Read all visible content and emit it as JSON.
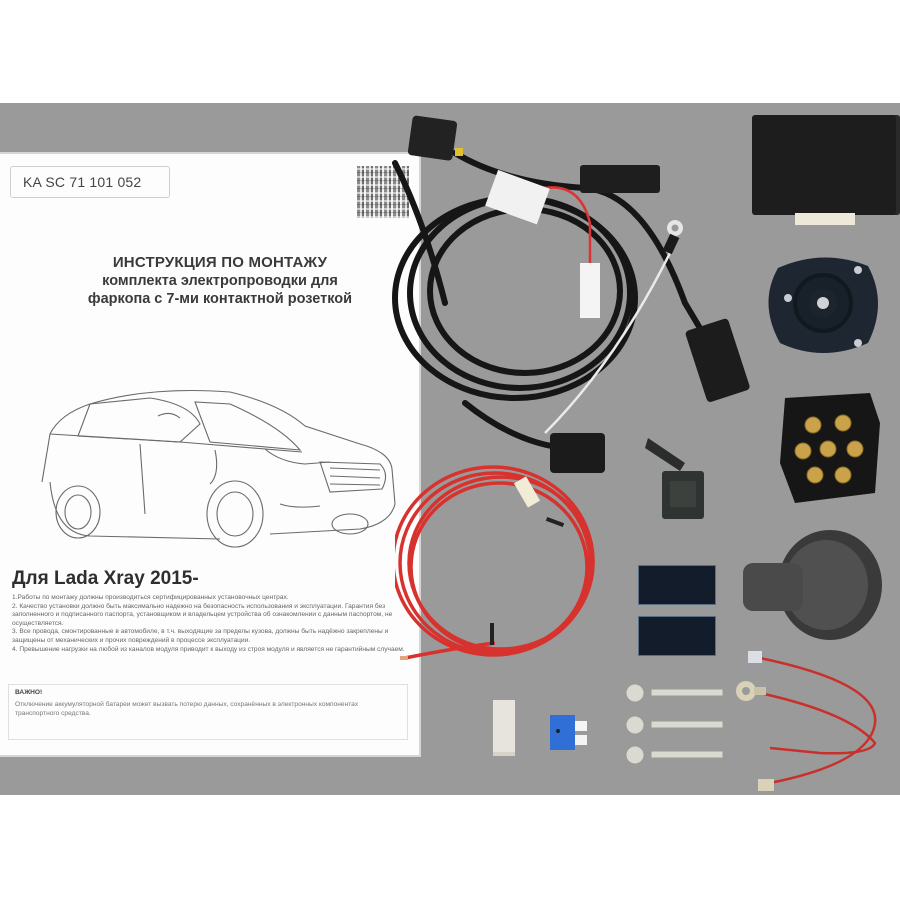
{
  "image": {
    "subject": "Wiring harness kit for a towbar with 7-pin socket, Lada Xray",
    "background_color": "#9a9a9a",
    "page_background": "#ffffff"
  },
  "booklet": {
    "article_code": "KA SC 71 101 052",
    "title_line1": "ИНСТРУКЦИЯ ПО МОНТАЖУ",
    "title_line2": "комплекта электропроводки для",
    "title_line3": "фаркопа с 7-ми контактной розеткой",
    "model": "Для Lada Xray 2015-",
    "rules": [
      "1.Работы по монтажу должны производиться сертифицированных установочных центрах.",
      "2. Качество установки должно быть максимально надежно на безопасность использования и эксплуатации. Гарантия без заполненного и подписанного паспорта, установщиком и владельцем устройства об ознакомлении с данным паспортом, не осуществляется.",
      "3. Все провода, смонтированные в автомобиле, в т.ч. выходящие за пределы кузова, должны быть надёжно закреплены и защищены от механических и прочих повреждений в процессе эксплуатации.",
      "4. Превышение нагрузки на любой из каналов модуля приводит к выходу из строя модуля и является не гарантийным случаем."
    ],
    "note_title": "ВАЖНО!",
    "note_text": "Отключение аккумуляторной батареи может вызвать потерю данных, сохранённых в электронных компонентах транспортного средства."
  },
  "kit_items": [
    {
      "name": "wiring-harness",
      "label": "Wiring harness with connectors"
    },
    {
      "name": "control-module",
      "label": "Black control module"
    },
    {
      "name": "socket-gasket",
      "label": "Rubber socket gasket"
    },
    {
      "name": "socket-base-7pin",
      "label": "7-pin socket base with brass terminals"
    },
    {
      "name": "socket-cover",
      "label": "7-pin socket cover"
    },
    {
      "name": "red-power-cable",
      "label": "Red power cable coil"
    },
    {
      "name": "velcro-pads",
      "label": "Two velcro pads"
    },
    {
      "name": "fuse-holder",
      "label": "Inline fuse holder"
    },
    {
      "name": "fuse",
      "label": "Blue blade fuse"
    },
    {
      "name": "white-clip",
      "label": "White connector clip"
    },
    {
      "name": "bolts",
      "label": "Three bolts with nuts"
    },
    {
      "name": "jumper-wires",
      "label": "Two red jumper wires with terminals"
    }
  ],
  "colors": {
    "wire_red": "#d8322e",
    "harness_black": "#1a1a1a",
    "fuse_blue": "#2f6fd6",
    "brass": "#c9a24a",
    "booklet_border": "#d6d6d6"
  }
}
